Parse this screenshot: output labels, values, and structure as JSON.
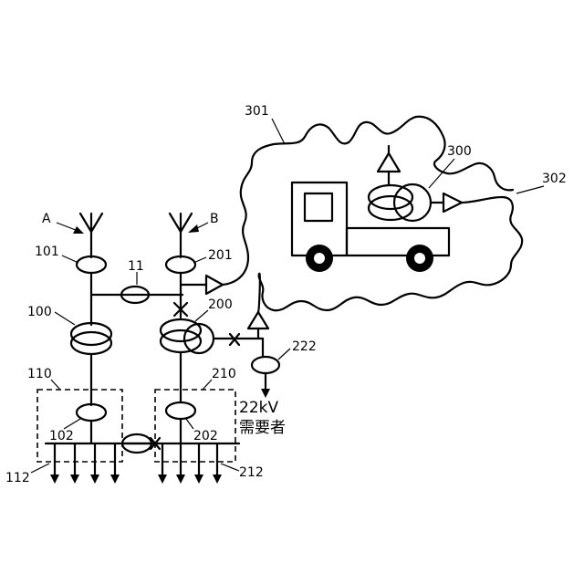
{
  "labels": {
    "A": "A",
    "B": "B",
    "n11": "11",
    "n100": "100",
    "n101": "101",
    "n102": "102",
    "n110": "110",
    "n112": "112",
    "n200": "200",
    "n201": "201",
    "n202": "202",
    "n210": "210",
    "n212": "212",
    "n222": "222",
    "n300": "300",
    "n301": "301",
    "n302": "302",
    "voltage": "22kV",
    "consumer": "需要者"
  }
}
